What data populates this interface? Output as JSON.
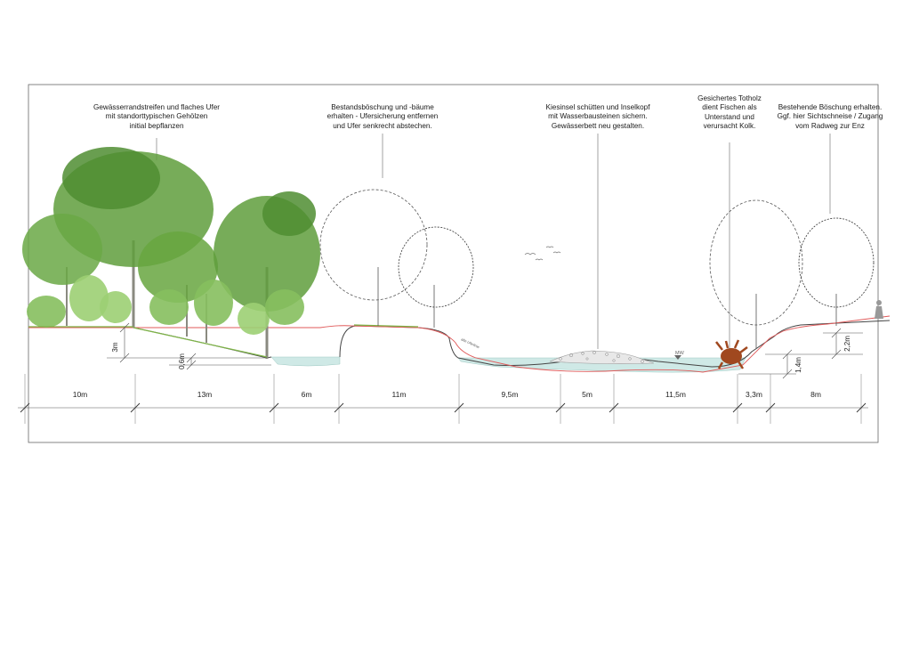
{
  "annotations": [
    {
      "id": "planting",
      "lines": [
        "Gewässerrandstreifen und flaches Ufer",
        "mit standorttypischen Gehölzen",
        "initial bepflanzen"
      ]
    },
    {
      "id": "bank",
      "lines": [
        "Bestandsböschung und -bäume",
        "erhalten - Ufersicherung entfernen",
        "und Ufer senkrecht abstechen."
      ]
    },
    {
      "id": "island",
      "lines": [
        "Kiesinsel schütten und Inselkopf",
        "mit Wasserbausteinen sichern.",
        "Gewässerbett neu gestalten."
      ]
    },
    {
      "id": "deadwood",
      "lines": [
        "Gesichertes Totholz",
        "dient Fischen als",
        "Unterstand und",
        "verursacht Kolk."
      ]
    },
    {
      "id": "slope",
      "lines": [
        "Bestehende Böschung erhalten.",
        "Ggf. hier Sichtschneise / Zugang",
        "vom Radweg zur Enz"
      ]
    }
  ],
  "width_labels": [
    "10m",
    "13m",
    "6m",
    "11m",
    "9,5m",
    "5m",
    "11,5m",
    "3,3m",
    "8m"
  ],
  "height_labels": [
    "3m",
    "0,6m",
    "1,4m",
    "2,2m"
  ],
  "water_marker": "MW",
  "old_line_label": "alte Uferlinie",
  "colors": {
    "tree_green": "#5f9e3c",
    "water": "#cfe9e6",
    "profile_red": "#e05a5a",
    "outline_tree": "#555555"
  }
}
